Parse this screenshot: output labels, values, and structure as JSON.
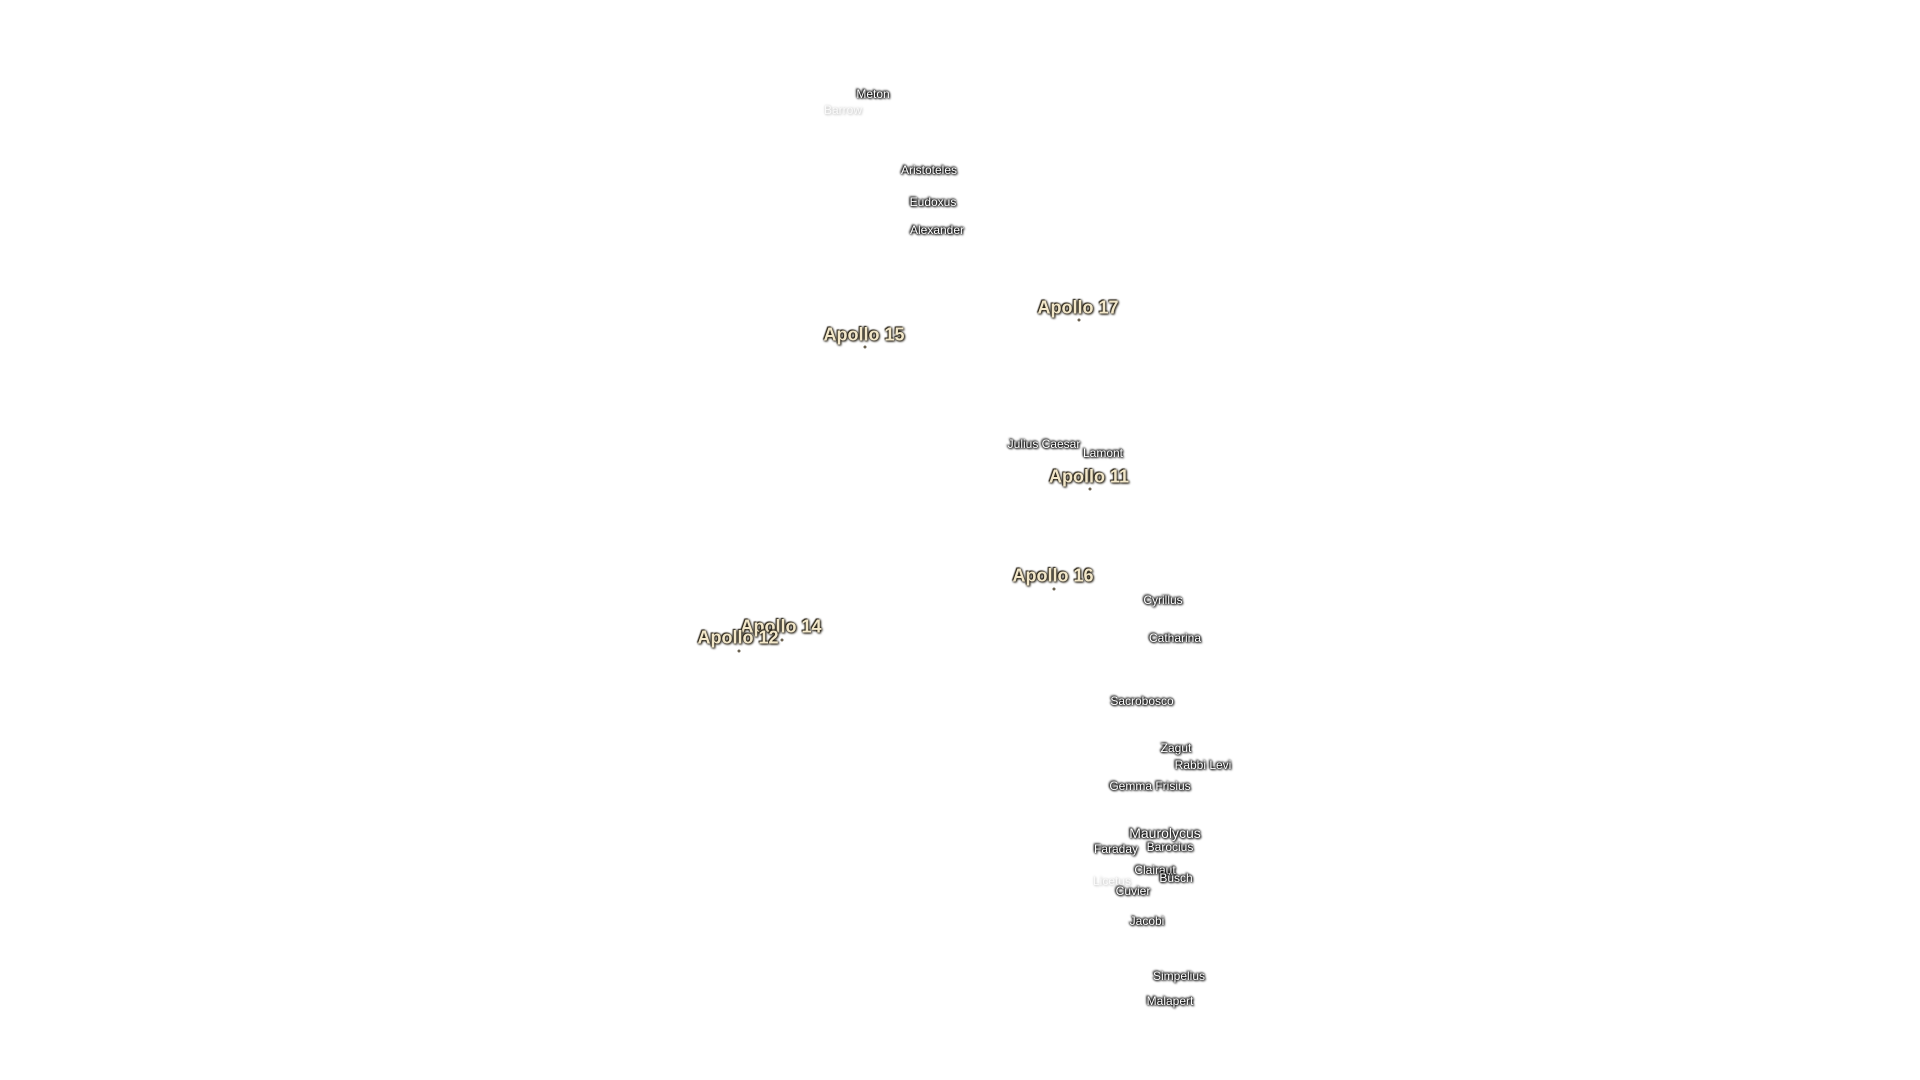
{
  "craters": [
    {
      "id": "meton",
      "label": "Meton"
    },
    {
      "id": "barrow",
      "label": "Barrow"
    },
    {
      "id": "aristoteles",
      "label": "Aristoteles"
    },
    {
      "id": "eudoxus",
      "label": "Eudoxus"
    },
    {
      "id": "alexander",
      "label": "Alexander"
    },
    {
      "id": "julius-caesar",
      "label": "Julius Caesar"
    },
    {
      "id": "lamont",
      "label": "Lamont"
    },
    {
      "id": "cyrillus",
      "label": "Cyrillus"
    },
    {
      "id": "catharina",
      "label": "Catharina"
    },
    {
      "id": "sacrobosco",
      "label": "Sacrobosco"
    },
    {
      "id": "zagut",
      "label": "Zagut"
    },
    {
      "id": "rabbi-levi",
      "label": "Rabbi Levi"
    },
    {
      "id": "gemma-frisius",
      "label": "Gemma Frisius"
    },
    {
      "id": "maurolycus",
      "label": "Maurolycus"
    },
    {
      "id": "faraday",
      "label": "Faraday"
    },
    {
      "id": "barocius",
      "label": "Barocius"
    },
    {
      "id": "clairaut",
      "label": "Clairaut"
    },
    {
      "id": "buch",
      "label": "Büsch"
    },
    {
      "id": "cuvier",
      "label": "Cuvier"
    },
    {
      "id": "licetus",
      "label": "Licetus"
    },
    {
      "id": "jacobi",
      "label": "Jacobi"
    },
    {
      "id": "simpelius",
      "label": "Simpelius"
    },
    {
      "id": "malapert",
      "label": "Malapert"
    }
  ],
  "landing_sites": [
    {
      "id": "apollo-17",
      "label": "Apollo 17"
    },
    {
      "id": "apollo-15",
      "label": "Apollo 15"
    },
    {
      "id": "apollo-11",
      "label": "Apollo 11"
    },
    {
      "id": "apollo-16",
      "label": "Apollo 16"
    },
    {
      "id": "apollo-14",
      "label": "Apollo 14"
    },
    {
      "id": "apollo-12",
      "label": "Apollo 12"
    }
  ]
}
